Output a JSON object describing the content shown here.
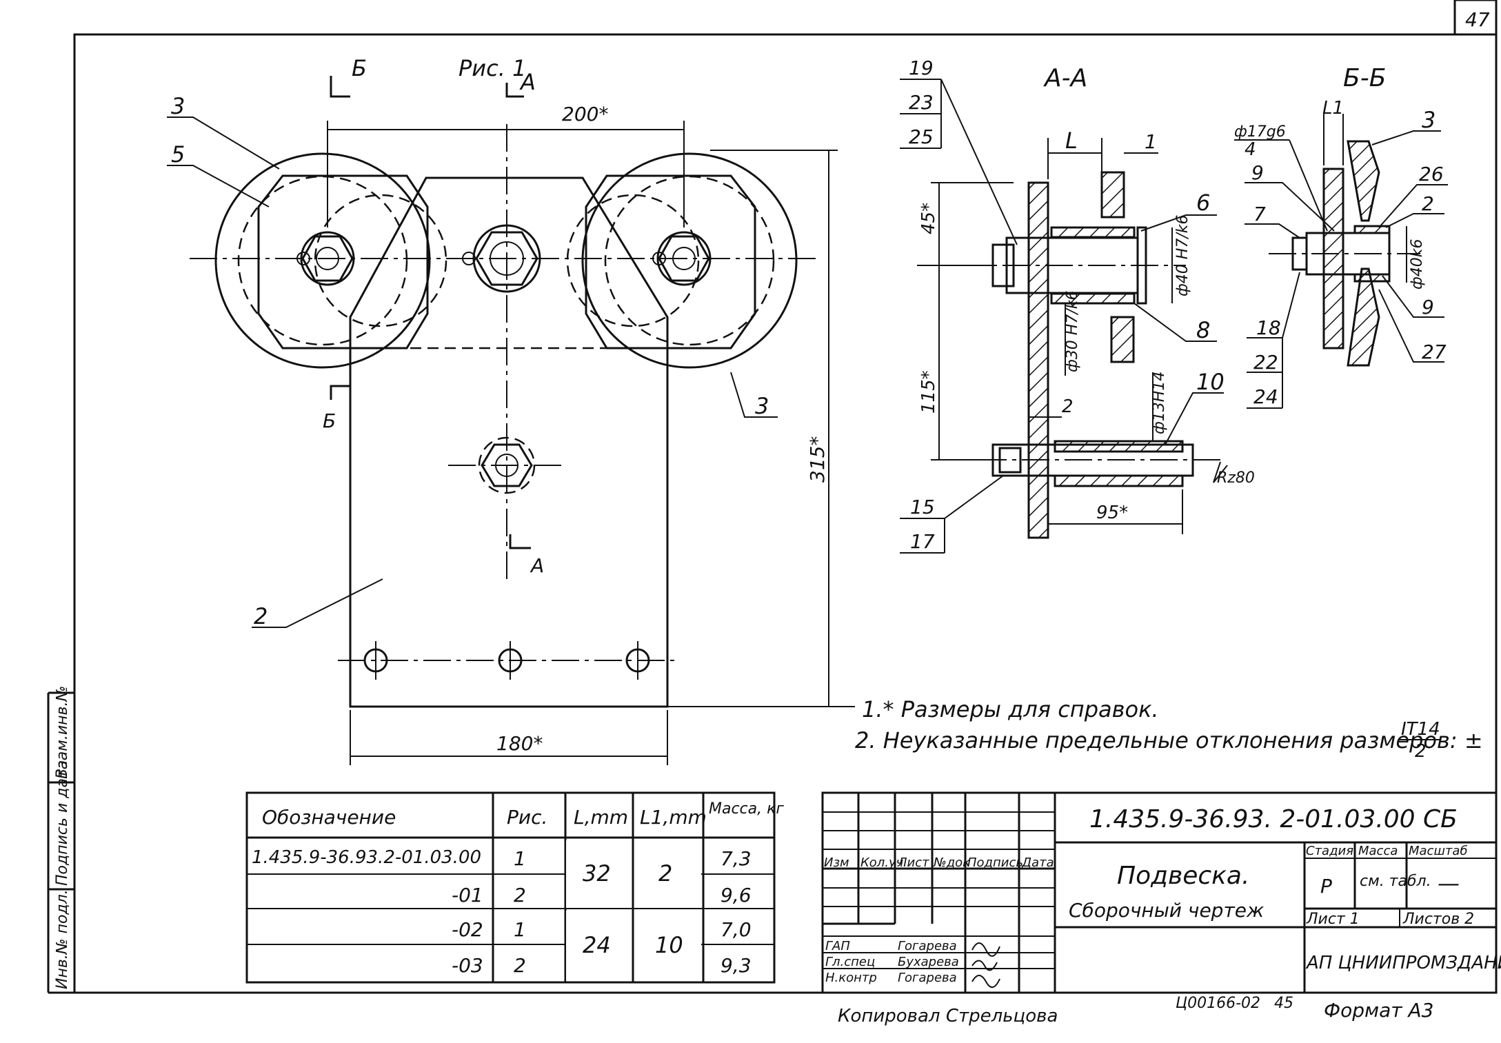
{
  "sheet_number": "47",
  "figure_label": "Рис. 1",
  "section_labels": {
    "aa": "А-А",
    "bb": "Б-Б",
    "a": "А",
    "b": "Б"
  },
  "main_view": {
    "dims": {
      "width_top": "200*",
      "height": "315*",
      "width_bottom": "180*"
    },
    "callouts": [
      "3",
      "5",
      "3",
      "2"
    ]
  },
  "section_aa": {
    "callouts": [
      "19",
      "23",
      "25",
      "6",
      "8",
      "10",
      "15",
      "17"
    ],
    "dims": {
      "L": "L",
      "one": "1",
      "d45": "45*",
      "d115": "115*",
      "fit_40": "ф40 Н7/k6",
      "fit_30": "ф30 Н7/k6",
      "two": "2",
      "d13": "ф13Н14",
      "rz": "Rz80",
      "d95": "95*"
    }
  },
  "section_bb": {
    "callouts": [
      "3",
      "4",
      "9",
      "7",
      "26",
      "2",
      "9",
      "18",
      "22",
      "24",
      "27"
    ],
    "dims": {
      "d17": "ф17g6",
      "L1": "L1",
      "d40": "ф40k6"
    }
  },
  "notes": [
    "1.* Размеры для справок.",
    "2. Неуказанные предельные отклонения размеров: ±",
    "IT14",
    "2"
  ],
  "variant_table": {
    "headers": [
      "Обозначение",
      "Рис.",
      "L,mm",
      "L1,mm",
      "Масса, кг"
    ],
    "rows": [
      {
        "designation": "1.435.9-36.93.2-01.03.00",
        "fig": "1",
        "mass": "7,3"
      },
      {
        "designation": "-01",
        "fig": "2",
        "mass": "9,6"
      },
      {
        "designation": "-02",
        "fig": "1",
        "mass": "7,0"
      },
      {
        "designation": "-03",
        "fig": "2",
        "mass": "9,3"
      }
    ],
    "groups": [
      {
        "L": "32",
        "L1": "2"
      },
      {
        "L": "24",
        "L1": "10"
      }
    ]
  },
  "title_block": {
    "code": "1.435.9-36.93. 2-01.03.00 СБ",
    "title": "Подвеска.",
    "subtitle": "Сборочный чертеж",
    "col_headers": [
      "Изм",
      "Кол.уч",
      "Лист",
      "№док",
      "Подпись",
      "Дата"
    ],
    "stage_header": "Стадия",
    "mass_header": "Масса",
    "scale_header": "Масштаб",
    "stage": "Р",
    "mass": "см. табл.",
    "scale": "—",
    "sheet_label": "Лист 1",
    "sheets_label": "Листов 2",
    "org": "АП ЦНИИПРОМЗДАНИЙ",
    "people": [
      {
        "role": "ГАП",
        "name": "Гогарева"
      },
      {
        "role": "Гл.спец",
        "name": "Бухарева"
      },
      {
        "role": "Н.контр",
        "name": "Гогарева"
      }
    ]
  },
  "side_labels": [
    "Инв.№ подл.",
    "Подпись и дата",
    "Взам.инв.№"
  ],
  "footer": {
    "copied": "Копировал Стрельцова",
    "order": "Ц00166-02",
    "num": "45",
    "format": "Формат А3"
  }
}
